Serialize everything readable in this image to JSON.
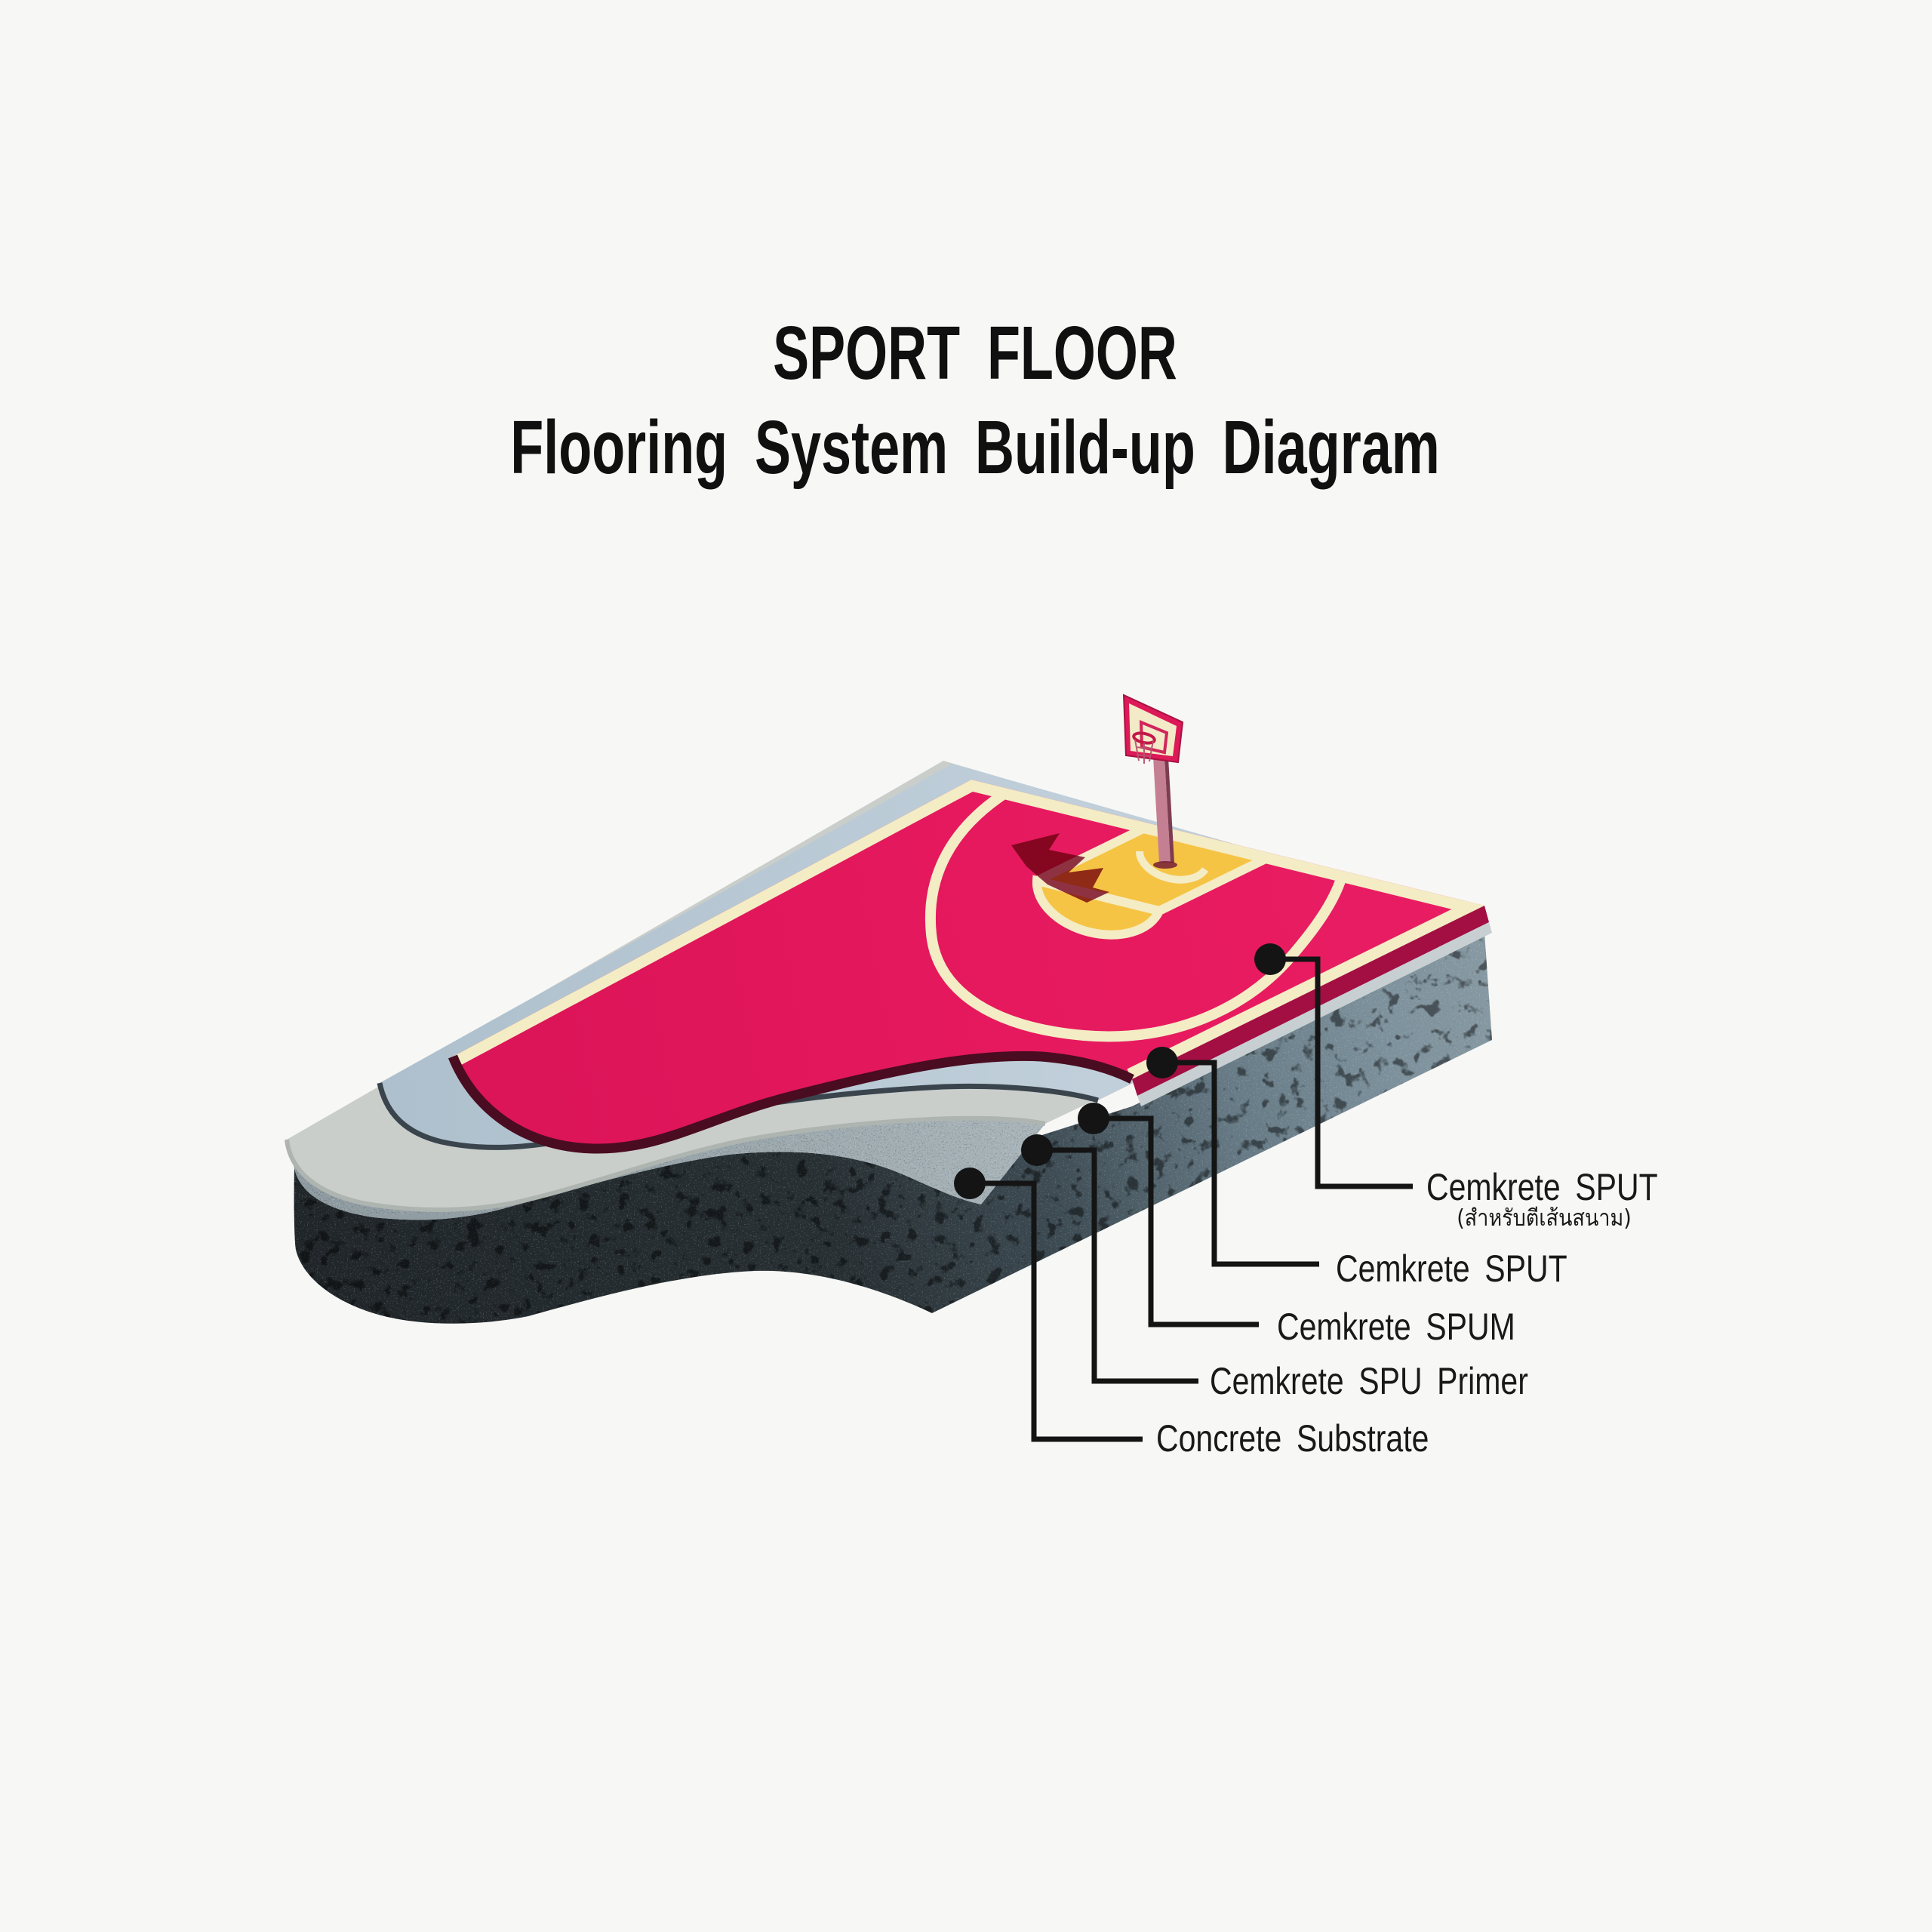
{
  "title": {
    "line1": "SPORT FLOOR",
    "line2": "Flooring System Build-up Diagram"
  },
  "diagram": {
    "description": "Isometric cutaway of a basketball sport-floor showing stacked flooring layers with callouts",
    "callouts": [
      {
        "label": "Cemkrete SPUT",
        "note": "(สำหรับตีเส้นสนาม)"
      },
      {
        "label": "Cemkrete SPUT"
      },
      {
        "label": "Cemkrete SPUM"
      },
      {
        "label": "Cemkrete SPU Primer"
      },
      {
        "label": "Concrete Substrate"
      }
    ],
    "colors": {
      "background": "#f7f7f5",
      "court_pink": "#e6195e",
      "court_line_cream": "#f4ecc5",
      "key_yellow": "#f6c445",
      "pink_edge_maroon": "#4a0c20",
      "edge_crimson_strip": "#a30f42",
      "spum_blue": "#b8c8d4",
      "spum_edge_dark": "#39444c",
      "primer_gray": "#cacecb",
      "substrate_ledge_gray": "#9aa7ac",
      "substrate_dark": "#262c2f",
      "substrate_light": "#7f929d",
      "callout_black": "#141414",
      "backboard_frame": "#dd1958",
      "pole_pink": "#c57f92"
    }
  }
}
